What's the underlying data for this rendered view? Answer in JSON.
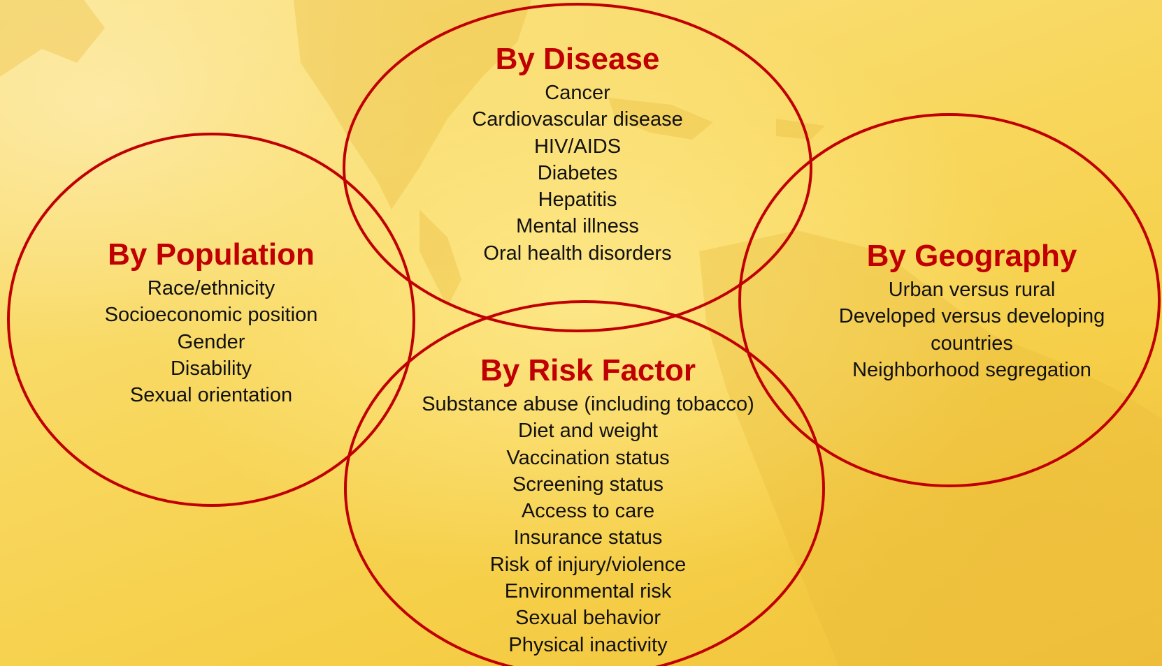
{
  "colors": {
    "ring": "#c00000",
    "title": "#c00000",
    "text": "#111111",
    "background": "#f8d860"
  },
  "groups": {
    "disease": {
      "title": "By Disease",
      "items": [
        "Cancer",
        "Cardiovascular disease",
        "HIV/AIDS",
        "Diabetes",
        "Hepatitis",
        "Mental illness",
        "Oral health disorders"
      ]
    },
    "population": {
      "title": "By Population",
      "items": [
        "Race/ethnicity",
        "Socioeconomic position",
        "Gender",
        "Disability",
        "Sexual orientation"
      ]
    },
    "geography": {
      "title": "By Geography",
      "items": [
        "Urban versus rural",
        "Developed versus developing countries",
        "Neighborhood segregation"
      ]
    },
    "risk": {
      "title": "By Risk Factor",
      "items": [
        "Substance abuse (including tobacco)",
        "Diet and weight",
        "Vaccination status",
        "Screening status",
        "Access to care",
        "Insurance status",
        "Risk of injury/violence",
        "Environmental risk",
        "Sexual behavior",
        "Physical inactivity"
      ]
    }
  }
}
